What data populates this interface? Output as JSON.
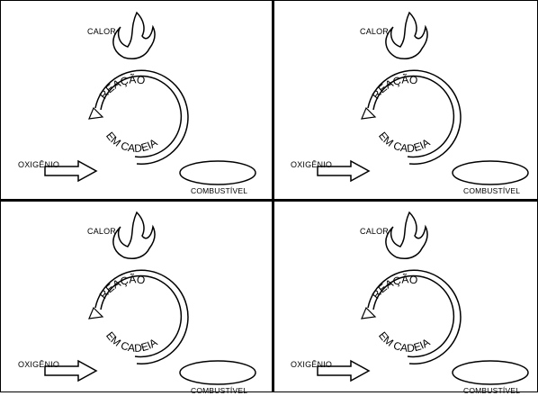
{
  "diagram": {
    "labels": {
      "calor": "CALOR",
      "oxigenio": "OXIGÊNIO",
      "combustivel": "COMBUSTÍVEL",
      "ring_top": "REAÇÃO",
      "ring_bottom": "EM CADEIA"
    }
  }
}
